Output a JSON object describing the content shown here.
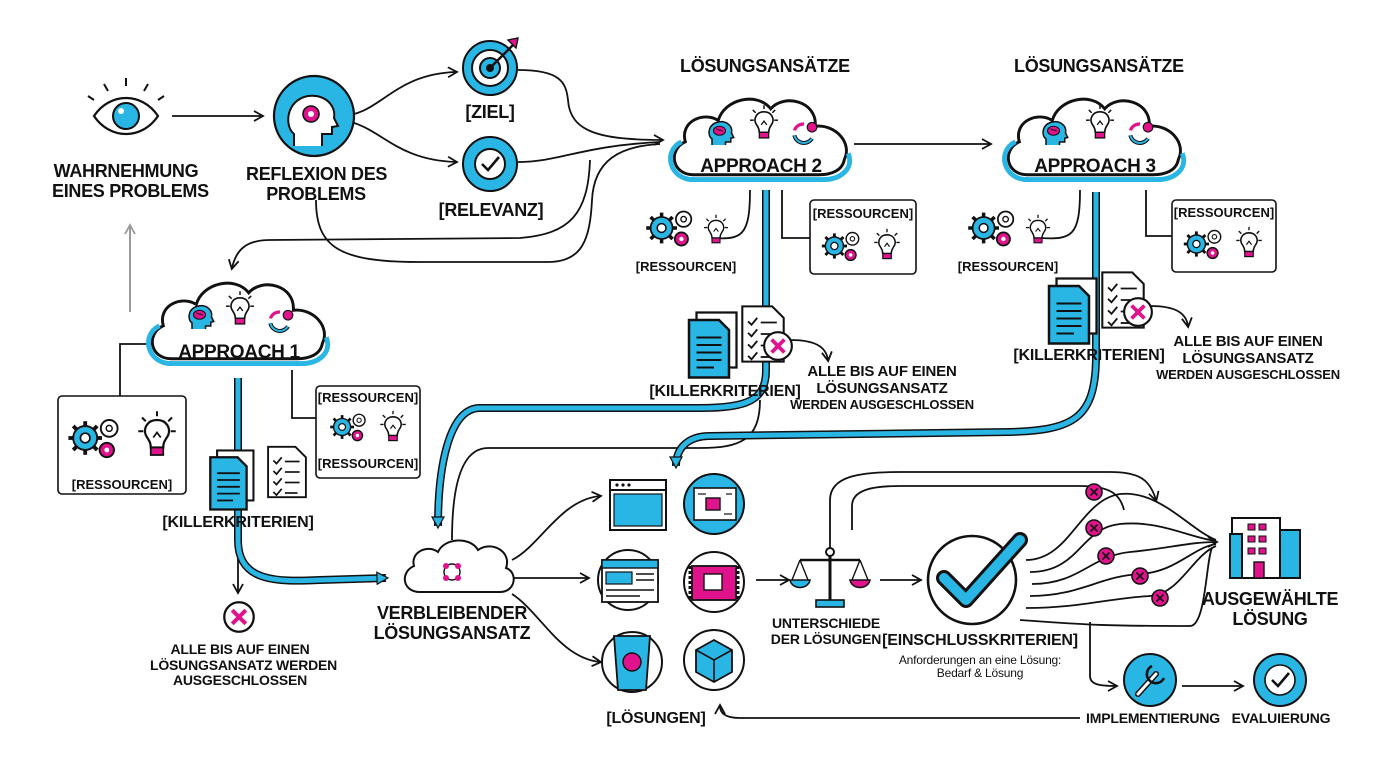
{
  "labels": {
    "perception_line1": "WAHRNEHMUNG",
    "perception_line2": "EINES PROBLEMS",
    "reflection_line1": "REFLEXION DES",
    "reflection_line2": "PROBLEMS",
    "goal": "[ZIEL]",
    "relevance": "[RELEVANZ]",
    "approaches_heading_2": "LÖSUNGSANSÄTZE",
    "approaches_heading_3": "LÖSUNGSANSÄTZE",
    "approach_1": "APPROACH 1",
    "approach_2": "APPROACH 2",
    "approach_3": "APPROACH 3",
    "resources_a1_left": "[RESSOURCEN]",
    "resources_a1_right_top": "[RESSOURCEN]",
    "resources_a1_right_bottom": "[RESSOURCEN]",
    "resources_a2_left": "[RESSOURCEN]",
    "resources_a2_right": "[RESSOURCEN]",
    "resources_a3_left": "[RESSOURCEN]",
    "resources_a3_right": "[RESSOURCEN]",
    "killer_1": "[KILLERKRITERIEN]",
    "killer_2": "[KILLERKRITERIEN]",
    "killer_3": "[KILLERKRITERIEN]",
    "excluded_1_line1": "ALLE BIS AUF EINEN",
    "excluded_1_line2": "LÖSUNGSANSATZ WERDEN",
    "excluded_1_line3": "AUSGESCHLOSSEN",
    "excluded_2_line1": "ALLE BIS AUF EINEN",
    "excluded_2_line2": "LÖSUNGSANSATZ",
    "excluded_2_line3": "WERDEN AUSGESCHLOSSEN",
    "excluded_3_line1": "ALLE BIS AUF EINEN",
    "excluded_3_line2": "LÖSUNGSANSATZ",
    "excluded_3_line3": "WERDEN AUSGESCHLOSSEN",
    "remaining_line1": "VERBLEIBENDER",
    "remaining_line2": "LÖSUNGSANSATZ",
    "solutions": "[LÖSUNGEN]",
    "differences_line1": "UNTERSCHIEDE",
    "differences_line2": "DER LÖSUNGEN",
    "inclusion": "[EINSCHLUSSKRITERIEN]",
    "inclusion_sub_line1": "Anforderungen an eine Lösung:",
    "inclusion_sub_line2": "Bedarf & Lösung",
    "selected_line1": "AUSGEWÄHLTE",
    "selected_line2": "LÖSUNG",
    "implementation": "IMPLEMENTIERUNG",
    "evaluation": "EVALUIERUNG"
  },
  "colors": {
    "accent_blue": "#29b6e5",
    "accent_magenta": "#e0138c",
    "ink": "#111111",
    "muted": "#9a9a9a"
  },
  "icons": [
    "eye-icon",
    "head-gear-icon",
    "target-icon",
    "check-icon",
    "cloud-icon",
    "brain-icon",
    "lightbulb-icon",
    "cycle-icon",
    "gears-icon",
    "document-icon",
    "checklist-icon",
    "reject-x-icon",
    "browser-window-icon",
    "circuit-board-icon",
    "webpage-layout-icon",
    "package-box-icon",
    "app-package-icon",
    "bag-icon",
    "scale-icon",
    "big-checkmark-icon",
    "building-icon",
    "wrench-icon"
  ]
}
